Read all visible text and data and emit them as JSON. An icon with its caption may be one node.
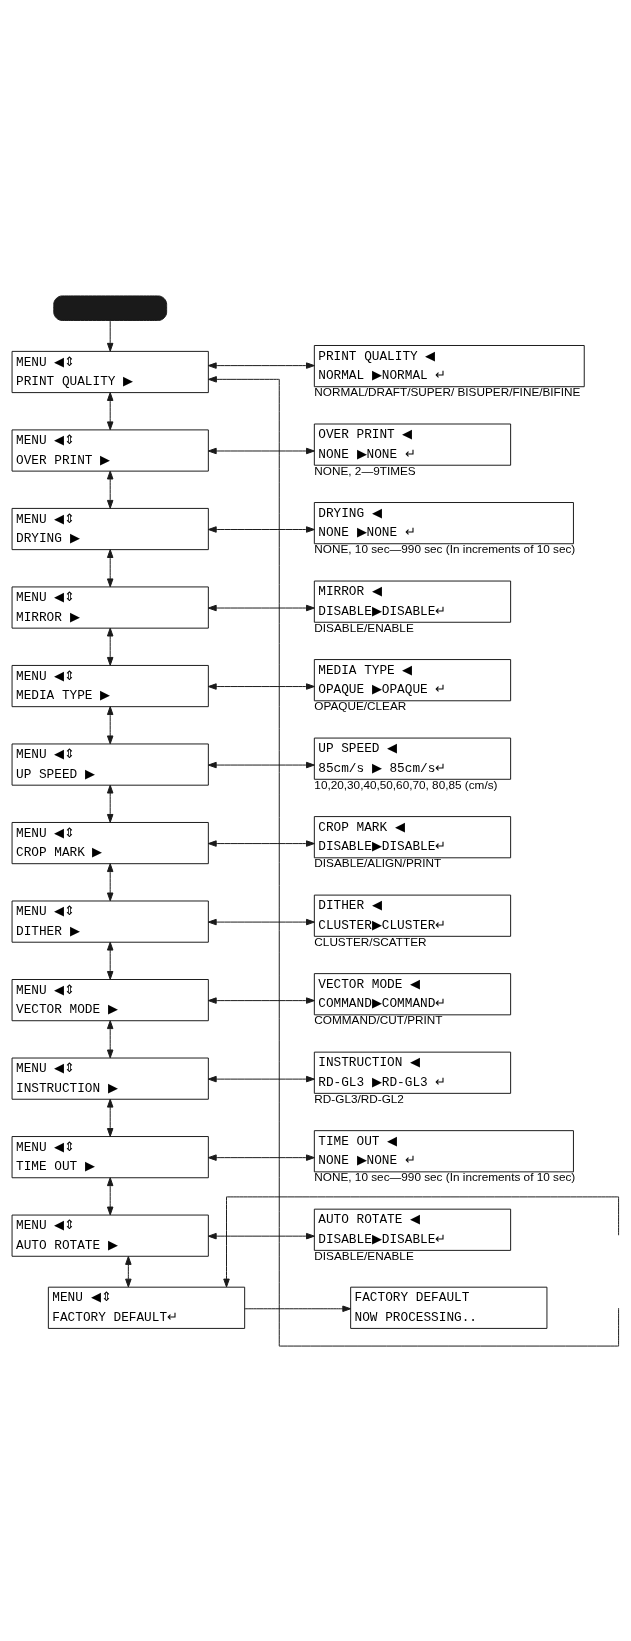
{
  "diagram": {
    "nodes": [
      {
        "text": [],
        "shape": "box"
      },
      {
        "text": [
          "MENU ◀⇕",
          "PRINT QUALITY ▶"
        ]
      },
      {
        "text": [
          "PRINT QUALITY ◀",
          "NORMAL ▶NORMAL ↵"
        ],
        "beside": [
          "NORMAL/DRAFT/SUPER/ BISUPER/FINE/BIFINE"
        ]
      },
      {
        "text": [
          "MENU ◀⇕",
          "OVER PRINT ▶"
        ]
      },
      {
        "text": [
          "OVER PRINT ◀",
          "NONE ▶NONE ↵"
        ],
        "beside": [
          "NONE, 2—9TIMES"
        ]
      },
      {
        "text": [
          "MENU ◀⇕",
          "DRYING ▶"
        ]
      },
      {
        "text": [
          "DRYING ◀",
          "NONE ▶NONE ↵"
        ],
        "beside": [
          "NONE, 10 sec—990 sec (In increments of 10 sec)"
        ]
      },
      {
        "text": [
          "MENU ◀⇕",
          "MIRROR ▶"
        ]
      },
      {
        "text": [
          "MIRROR ◀",
          "DISABLE▶DISABLE↵"
        ],
        "beside": [
          "DISABLE/ENABLE"
        ]
      },
      {
        "text": [
          "MENU ◀⇕",
          "MEDIA TYPE ▶"
        ]
      },
      {
        "text": [
          "MEDIA TYPE ◀",
          "OPAQUE ▶OPAQUE ↵"
        ],
        "beside": [
          "OPAQUE/CLEAR"
        ]
      },
      {
        "text": [
          "MENU ◀⇕",
          "UP SPEED ▶"
        ]
      },
      {
        "text": [
          "UP SPEED ◀",
          "85cm/s ▶ 85cm/s↵"
        ],
        "beside": [
          "10,20,30,40,50,60,70, 80,85 (cm/s)"
        ]
      },
      {
        "text": [
          "MENU ◀⇕",
          "CROP MARK ▶"
        ]
      },
      {
        "text": [
          "CROP MARK ◀",
          "DISABLE▶DISABLE↵"
        ],
        "beside": [
          "DISABLE/ALIGN/PRINT"
        ]
      },
      {
        "text": [
          "MENU ◀⇕",
          "DITHER ▶"
        ]
      },
      {
        "text": [
          "DITHER ◀",
          "CLUSTER▶CLUSTER↵"
        ],
        "beside": [
          "CLUSTER/SCATTER"
        ]
      },
      {
        "text": [
          "MENU ◀⇕",
          "VECTOR MODE ▶"
        ]
      },
      {
        "text": [
          "VECTOR MODE ◀",
          "COMMAND▶COMMAND↵"
        ],
        "beside": [
          "COMMAND/CUT/PRINT"
        ]
      },
      {
        "text": [
          "MENU ◀⇕",
          "INSTRUCTION ▶"
        ]
      },
      {
        "text": [
          "INSTRUCTION ◀",
          "RD-GL3 ▶RD-GL3 ↵"
        ],
        "beside": [
          "RD-GL3/RD-GL2"
        ]
      },
      {
        "text": [
          "MENU ◀⇕",
          "TIME OUT ▶"
        ]
      },
      {
        "text": [
          "TIME OUT ◀",
          "NONE ▶NONE ↵"
        ],
        "beside": [
          "NONE, 10 sec—990 sec (In increments of 10 sec)"
        ]
      },
      {
        "text": [
          "MENU ◀⇕",
          "AUTO ROTATE ▶"
        ]
      },
      {
        "text": [
          "AUTO ROTATE ◀",
          "DISABLE▶DISABLE↵"
        ],
        "beside": [
          "DISABLE/ENABLE"
        ]
      },
      {
        "text": [
          "MENU ◀⇕",
          "FACTORY DEFAULT↵"
        ]
      },
      {
        "text": [
          "FACTORY DEFAULT",
          "NOW PROCESSING.."
        ]
      }
    ],
    "edges": [
      {
        "from": 0,
        "to": 1,
        "arrow": "to"
      },
      {
        "from": 1,
        "to": 2,
        "arrow": "both"
      },
      {
        "from": 1,
        "to": 3,
        "arrow": "both"
      },
      {
        "from": 3,
        "to": 4,
        "arrow": "both"
      },
      {
        "from": 3,
        "to": 5,
        "arrow": "both"
      },
      {
        "from": 5,
        "to": 6,
        "arrow": "both"
      },
      {
        "from": 5,
        "to": 7,
        "arrow": "both"
      },
      {
        "from": 7,
        "to": 8,
        "arrow": "both"
      },
      {
        "from": 7,
        "to": 9,
        "arrow": "both"
      },
      {
        "from": 9,
        "to": 10,
        "arrow": "both"
      },
      {
        "from": 9,
        "to": 11,
        "arrow": "both"
      },
      {
        "from": 11,
        "to": 12,
        "arrow": "both"
      },
      {
        "from": 11,
        "to": 13,
        "arrow": "both"
      },
      {
        "from": 13,
        "to": 14,
        "arrow": "both"
      },
      {
        "from": 13,
        "to": 15,
        "arrow": "both"
      },
      {
        "from": 15,
        "to": 16,
        "arrow": "both"
      },
      {
        "from": 15,
        "to": 17,
        "arrow": "both"
      },
      {
        "from": 17,
        "to": 18,
        "arrow": "both"
      },
      {
        "from": 17,
        "to": 19,
        "arrow": "both"
      },
      {
        "from": 19,
        "to": 20,
        "arrow": "both"
      },
      {
        "from": 19,
        "to": 21,
        "arrow": "both"
      },
      {
        "from": 21,
        "to": 22,
        "arrow": "both"
      },
      {
        "from": 21,
        "to": 23,
        "arrow": "both"
      },
      {
        "from": 23,
        "to": 24,
        "arrow": "both"
      },
      {
        "from": 23,
        "to": 25,
        "arrow": "both"
      },
      {
        "from": 25,
        "to": 26,
        "arrow": "to"
      },
      {
        "from": null,
        "to": 25,
        "arrow": "to"
      },
      {
        "from": null,
        "to": 1,
        "arrow": "to"
      }
    ]
  }
}
